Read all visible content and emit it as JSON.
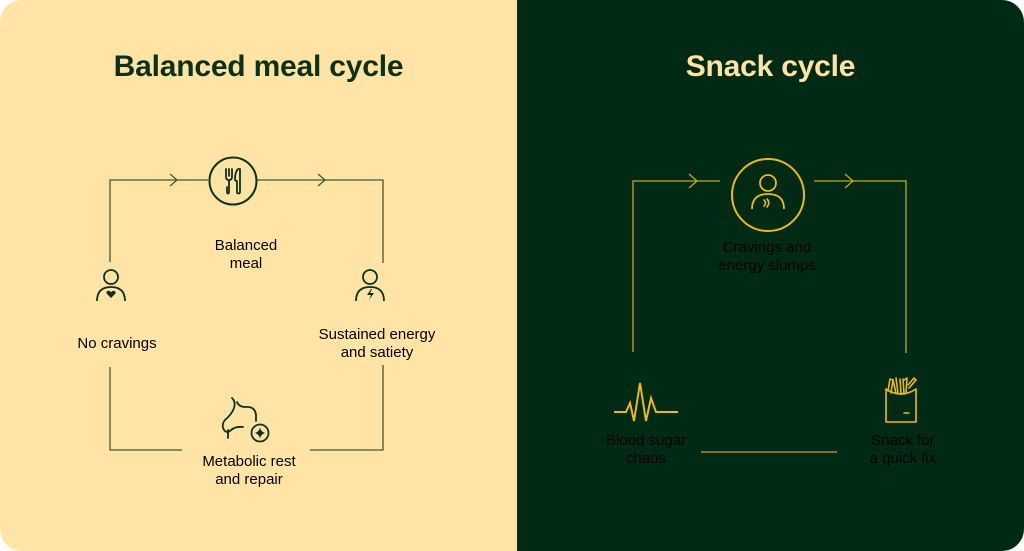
{
  "colors": {
    "left_bg": "#FFE4A6",
    "left_fg": "#0F3018",
    "right_bg": "#002A14",
    "right_accent": "#E8B923",
    "right_title": "#FFE4A6"
  },
  "balanced": {
    "title": "Balanced meal cycle",
    "nodes": [
      {
        "id": "balanced-meal",
        "icon": "fork-knife-icon",
        "line1": "Balanced",
        "line2": "meal"
      },
      {
        "id": "sustained-energy",
        "icon": "person-lightning-icon",
        "line1": "Sustained energy",
        "line2": "and satiety"
      },
      {
        "id": "metabolic-rest",
        "icon": "stomach-sparkle-icon",
        "line1": "Metabolic rest",
        "line2": "and repair"
      },
      {
        "id": "no-cravings",
        "icon": "person-heart-icon",
        "line1": "No cravings",
        "line2": ""
      }
    ]
  },
  "snack": {
    "title": "Snack cycle",
    "nodes": [
      {
        "id": "cravings-slumps",
        "icon": "person-signal-icon",
        "line1": "Cravings and",
        "line2": "energy slumps"
      },
      {
        "id": "snack-quick-fix",
        "icon": "french-fries-icon",
        "line1": "Snack for",
        "line2": "a quick fix"
      },
      {
        "id": "blood-sugar-chaos",
        "icon": "heartbeat-pulse-icon",
        "line1": "Blood sugar",
        "line2": "chaos"
      }
    ]
  }
}
